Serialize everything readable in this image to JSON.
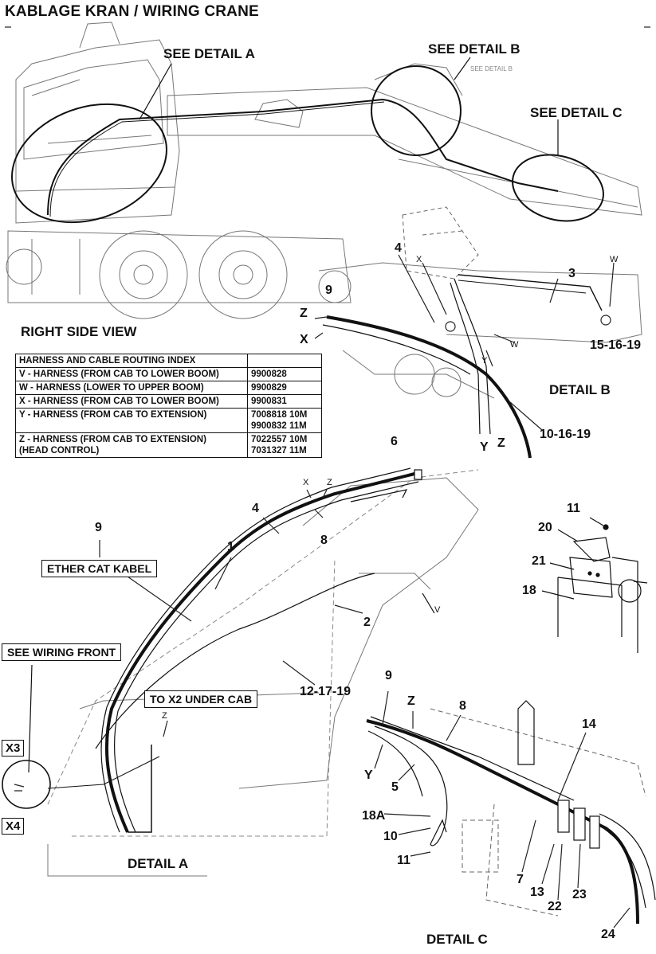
{
  "title": "KABLAGE KRAN / WIRING CRANE",
  "top_view": {
    "see_detail_a": "SEE DETAIL A",
    "see_detail_b": "SEE DETAIL B",
    "see_detail_c": "SEE DETAIL C",
    "right_side_view": "RIGHT SIDE VIEW",
    "small_detail_b": "SEE DETAIL B"
  },
  "index_table": {
    "header": "HARNESS AND CABLE ROUTING INDEX",
    "rows": [
      {
        "desc": "V - HARNESS (FROM CAB TO LOWER BOOM)",
        "part": "9900828"
      },
      {
        "desc": "W - HARNESS (LOWER TO UPPER BOOM)",
        "part": "9900829"
      },
      {
        "desc": "X - HARNESS (FROM CAB TO LOWER BOOM)",
        "part": "9900831"
      },
      {
        "desc": "Y - HARNESS (FROM CAB TO EXTENSION)",
        "part": "7008818 10M\n9900832 11M"
      },
      {
        "desc": "Z - HARNESS  (FROM CAB TO EXTENSION)\n(HEAD CONTROL)",
        "part": "7022557 10M\n7031327 11M"
      }
    ]
  },
  "detail_b": {
    "title": "DETAIL B",
    "labels": {
      "n4": "4",
      "x": "X",
      "n3": "3",
      "w1": "W",
      "w2": "W",
      "n9": "9",
      "z": "Z",
      "xx": "X",
      "y_small": "Y",
      "n15": "15-16-19",
      "n10": "10-16-19",
      "y_big": "Y",
      "z_big": "Z"
    }
  },
  "detail_a": {
    "title": "DETAIL A",
    "ether_cat": "ETHER CAT KABEL",
    "see_wiring_front": "SEE WIRING FRONT",
    "to_x2": "TO X2 UNDER CAB",
    "labels": {
      "n6": "6",
      "x": "X",
      "z": "Z",
      "n4": "4",
      "n8": "8",
      "n9": "9",
      "n1": "1",
      "n2": "2",
      "v": "V",
      "n12": "12-17-19",
      "z_small": "Z",
      "x3": "X3",
      "x4": "X4"
    }
  },
  "bracket_detail": {
    "labels": {
      "n11": "11",
      "n20": "20",
      "n21": "21",
      "n18": "18"
    }
  },
  "detail_c": {
    "title": "DETAIL C",
    "labels": {
      "n9": "9",
      "z": "Z",
      "n8": "8",
      "n14": "14",
      "y": "Y",
      "n5": "5",
      "n18a": "18A",
      "n10": "10",
      "n11": "11",
      "n7": "7",
      "n13": "13",
      "n22": "22",
      "n23": "23",
      "n24": "24"
    }
  }
}
